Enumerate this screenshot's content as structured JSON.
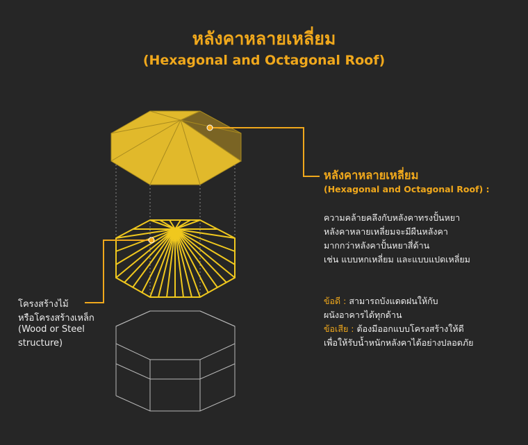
{
  "header": {
    "title_th": "หลังคาหลายเหลี่ยม",
    "title_en": "(Hexagonal and Octagonal Roof)"
  },
  "callout_right": {
    "title_th": "หลังคาหลายเหลี่ยม",
    "title_en": "(Hexagonal and Octagonal Roof) :",
    "description": [
      "ความคล้ายคลึงกับหลังคาทรงปั้นหยา",
      "หลังคาหลายเหลี่ยมจะมีผืนหลังคา",
      "มากกว่าหลังคาปั้นหยาสี่ด้าน",
      "เช่น แบบหกเหลี่ยม และแบบแปดเหลี่ยม"
    ],
    "pros_label": "ข้อดี :",
    "pros_text": "สามารถบังแดดฝนให้กับ",
    "pros_text_2": "ผนังอาคารได้ทุกด้าน",
    "cons_label": "ข้อเสีย :",
    "cons_text": "ต้องมีออกแบบโครงสร้างให้ดี",
    "cons_text_2": "เพื่อให้รับน้ำหนักหลังคาได้อย่างปลอดภัย"
  },
  "callout_left": {
    "lines": [
      "โครงสร้างไม้",
      "หรือโครงสร้างเหล็ก",
      "(Wood or Steel",
      "structure)"
    ]
  },
  "colors": {
    "background": "#262626",
    "accent": "#f0a81c",
    "roof_fill": "#e1b92b",
    "roof_shadow": "#7a6424",
    "frame_stroke": "#f0c81e",
    "outline": "#b8b8b8"
  }
}
